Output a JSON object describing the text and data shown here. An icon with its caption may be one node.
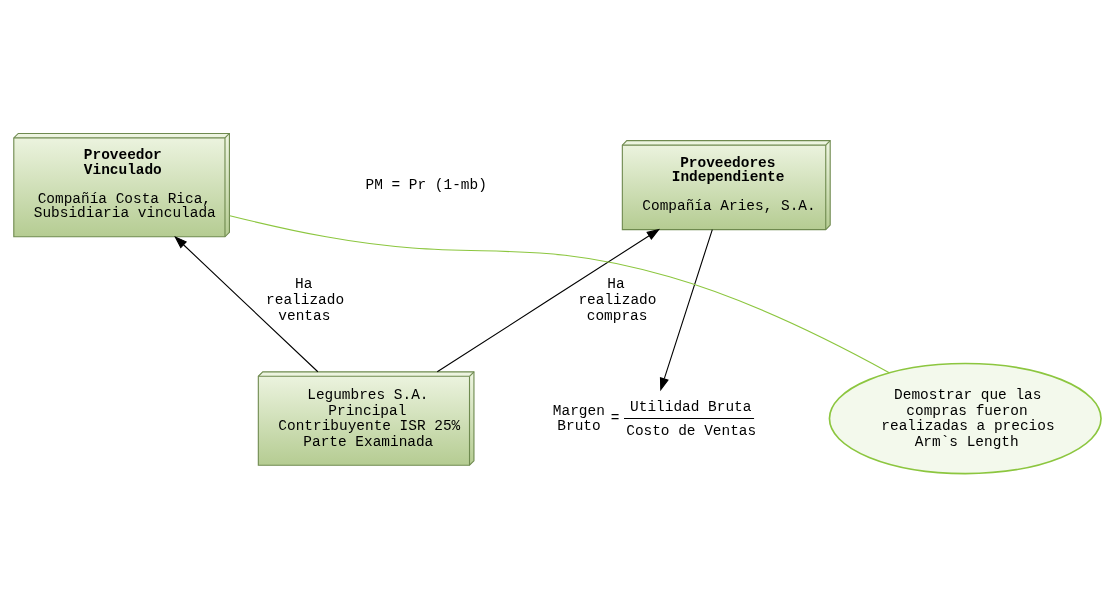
{
  "diagram": {
    "nodes": [
      {
        "text": [
          "Proveedor Vinculado",
          "Compañía Costa Rica, Subsidiaria vinculada"
        ]
      },
      {
        "text": [
          "Proveedores Independiente",
          "Compañía Aries, S.A."
        ]
      },
      {
        "text": [
          "Legumbres S.A. Principal Contribuyente ISR 25% Parte Examinada"
        ]
      },
      {
        "text": [
          "Demostrar que las compras fueron realizadas a precios Arm`s Length"
        ]
      },
      {
        "text": [
          "Margen Bruto",
          "=",
          "Utilidad Bruta",
          "Costo de Ventas"
        ]
      }
    ],
    "edges": [
      {
        "from": 2,
        "to": 0,
        "arrow": "to",
        "label": "Ha realizado ventas"
      },
      {
        "from": 2,
        "to": 1,
        "arrow": "to",
        "label": "Ha realizado compras"
      },
      {
        "from": 1,
        "to": 4,
        "arrow": "to"
      },
      {
        "from": 3,
        "to": 0,
        "arrow": "none",
        "color": "#8cc63f"
      }
    ],
    "labels": [
      "PM = Pr (1-mb)"
    ]
  }
}
